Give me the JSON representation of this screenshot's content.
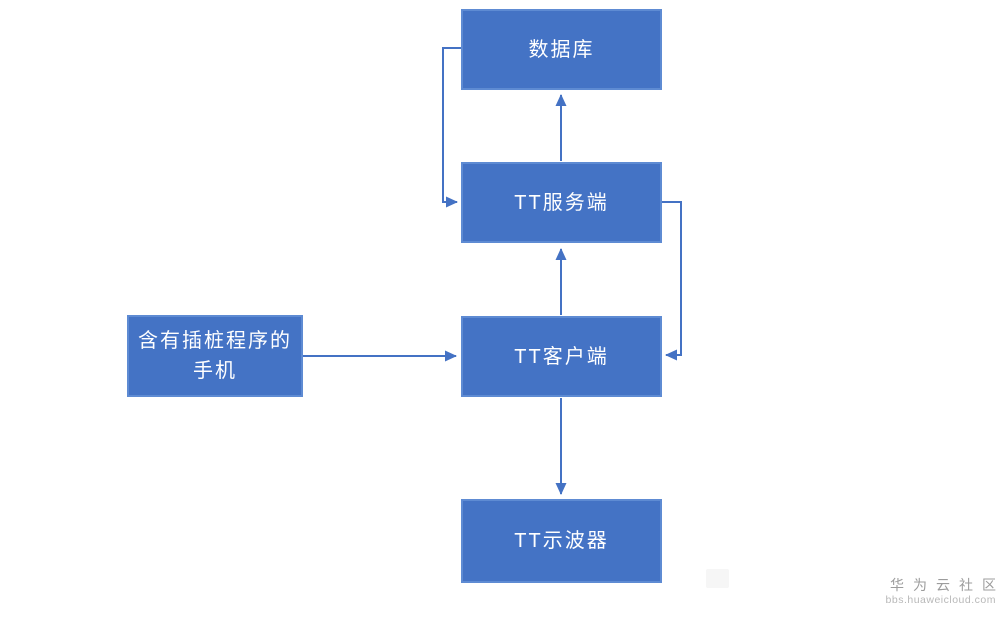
{
  "colors": {
    "node-fill": "#4473C5",
    "node-border": "#5E8BD3",
    "node-text": "#FFFFFF",
    "connector": "#4472C4",
    "watermark-title": "#9C9C9C",
    "watermark-subtitle": "#B8B8B8",
    "canvas-bg": "#FFFFFF"
  },
  "nodes": {
    "database": {
      "label": "数据库"
    },
    "server": {
      "label": "TT服务端"
    },
    "client": {
      "label": "TT客户端"
    },
    "phone": {
      "label": "含有插桩程序的手机",
      "line1": "含有插桩程序的",
      "line2": "手机"
    },
    "oscilloscope": {
      "label": "TT示波器"
    }
  },
  "edges": [
    {
      "from": "phone",
      "to": "client",
      "style": "straight",
      "direction": "right"
    },
    {
      "from": "client",
      "to": "server",
      "style": "straight",
      "direction": "up"
    },
    {
      "from": "server",
      "to": "database",
      "style": "straight",
      "direction": "up"
    },
    {
      "from": "database",
      "to": "server",
      "style": "elbow-left",
      "direction": "down-then-right"
    },
    {
      "from": "server",
      "to": "client",
      "style": "elbow-right",
      "direction": "down-then-left"
    },
    {
      "from": "client",
      "to": "oscilloscope",
      "style": "straight",
      "direction": "down"
    }
  ],
  "watermark": {
    "title": "华为云社区",
    "subtitle": "bbs.huaweicloud.com"
  }
}
